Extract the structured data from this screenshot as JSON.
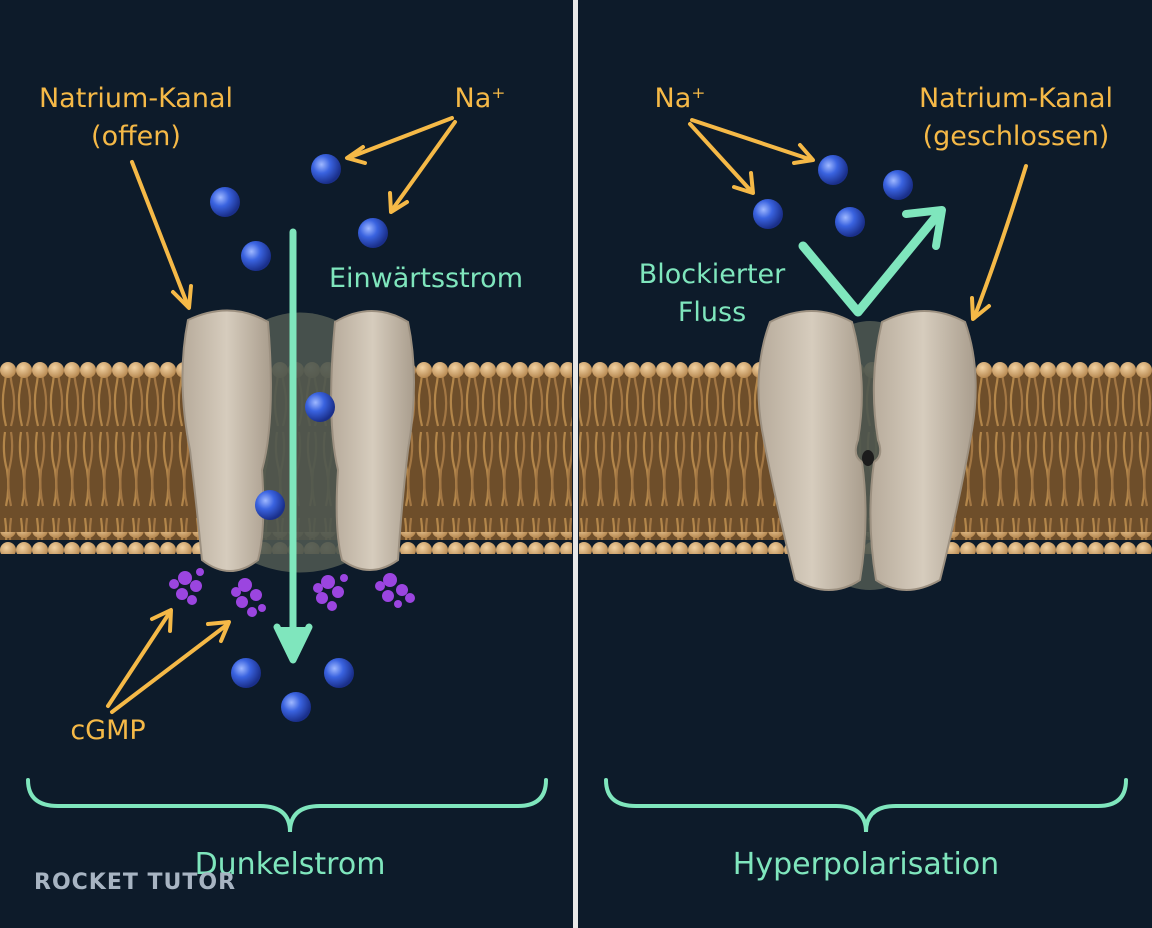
{
  "left_panel": {
    "channel_label": "Natrium-Kanal\n(offen)",
    "ion_label": "Na⁺",
    "flow_label": "Einwärtsstrom",
    "ligand_label": "cGMP",
    "caption": "Dunkelstrom"
  },
  "right_panel": {
    "ion_label": "Na⁺",
    "channel_label": "Natrium-Kanal\n(geschlossen)",
    "flow_label": "Blockierter\nFluss",
    "caption": "Hyperpolarisation"
  },
  "watermark": "ROCKET TUTOR",
  "colors": {
    "background": "#0d1b2a",
    "label_orange": "#f5b947",
    "label_mint": "#7fe6bd",
    "sodium_ion": "#2f58d6",
    "cgmp": "#9b45e0",
    "membrane": "#c99a5c",
    "channel_protein": "#cdc2b2"
  }
}
